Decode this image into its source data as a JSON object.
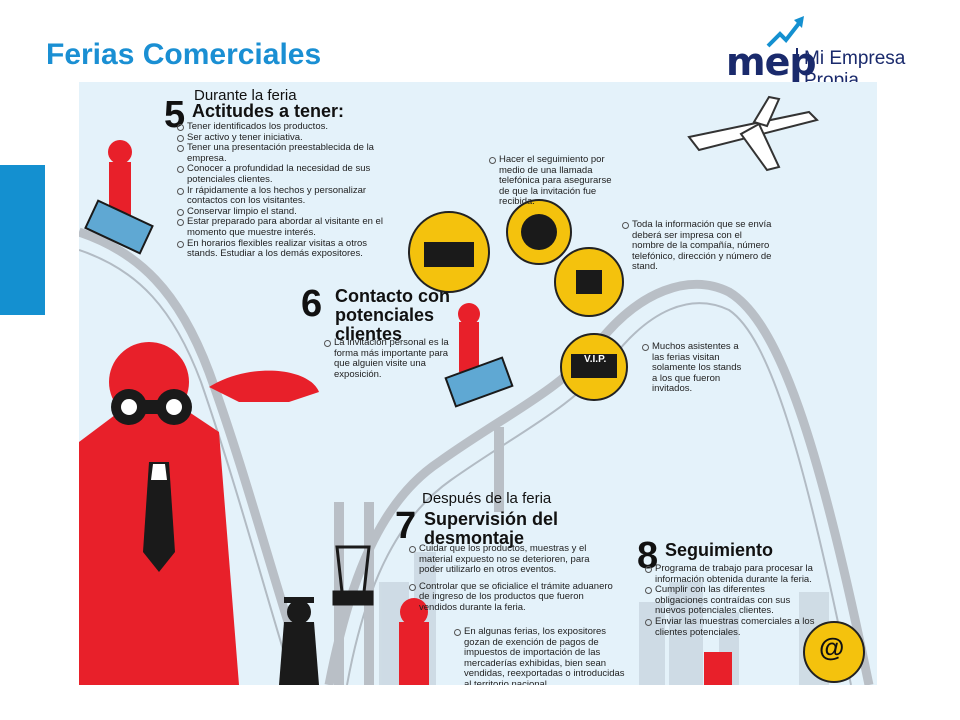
{
  "slide": {
    "title": "Ferias Comerciales"
  },
  "logo": {
    "mark": "mep",
    "text": "Mi Empresa Propia"
  },
  "colors": {
    "accent": "#1A8FD3",
    "brand_navy": "#1A2A6C",
    "figure_red": "#E8202A",
    "bubble_yellow": "#F4C20D",
    "track_grey": "#B9BFC6",
    "background": "#E4F2FA"
  },
  "infographic": {
    "phase_during": "Durante la feria",
    "step5": {
      "number": "5",
      "title": "Actitudes a tener:",
      "items": [
        "Tener identificados los productos.",
        "Ser activo y tener iniciativa.",
        "Tener una presentación preestablecida de la empresa.",
        "Conocer a profundidad la necesidad de sus potenciales clientes.",
        "Ir rápidamente a los hechos y personalizar contactos con los visitantes.",
        "Conservar limpio el stand.",
        "Estar preparado para abordar al visitante en el momento que muestre interés.",
        "En horarios flexibles realizar visitas a otros stands. Estudiar a los demás expositores."
      ]
    },
    "step6": {
      "number": "6",
      "title_line1": "Contacto con",
      "title_line2": "potenciales",
      "title_line3": "clientes",
      "item": "La invitación personal es la forma más importante para que alguien visite una exposición.",
      "note_phone": "Hacer el seguimiento por medio de una llamada telefónica para asegurarse de que la invitación fue recibida.",
      "note_print": "Toda la información que se envía deberá ser impresa con el nombre de la compañía, número telefónico, dirección y número de stand.",
      "note_vip": "Muchos asistentes a las ferias visitan solamente los stands a los que fueron invitados.",
      "vip_label": "V.I.P."
    },
    "phase_after": "Después de la feria",
    "step7": {
      "number": "7",
      "title_line1": "Supervisión del",
      "title_line2": "desmontaje",
      "items": [
        "Cuidar que los productos, muestras y el material expuesto no se deterioren, para poder utilizarlo en otros eventos.",
        "Controlar que se oficialice el trámite aduanero de ingreso de los productos que fueron vendidos durante la feria."
      ],
      "note_customs": "En algunas ferias, los expositores gozan de exención de pagos de impuestos de importación de las mercaderías exhibidas, bien sean vendidas, reexportadas o introducidas al territorio nacional."
    },
    "step8": {
      "number": "8",
      "title": "Seguimiento",
      "items": [
        "Programa de trabajo para procesar la información obtenida durante la feria.",
        "Cumplir con las diferentes obligaciones contraídas con sus nuevos potenciales clientes.",
        "Enviar las muestras comerciales a los clientes potenciales."
      ]
    },
    "email_symbol": "@"
  }
}
